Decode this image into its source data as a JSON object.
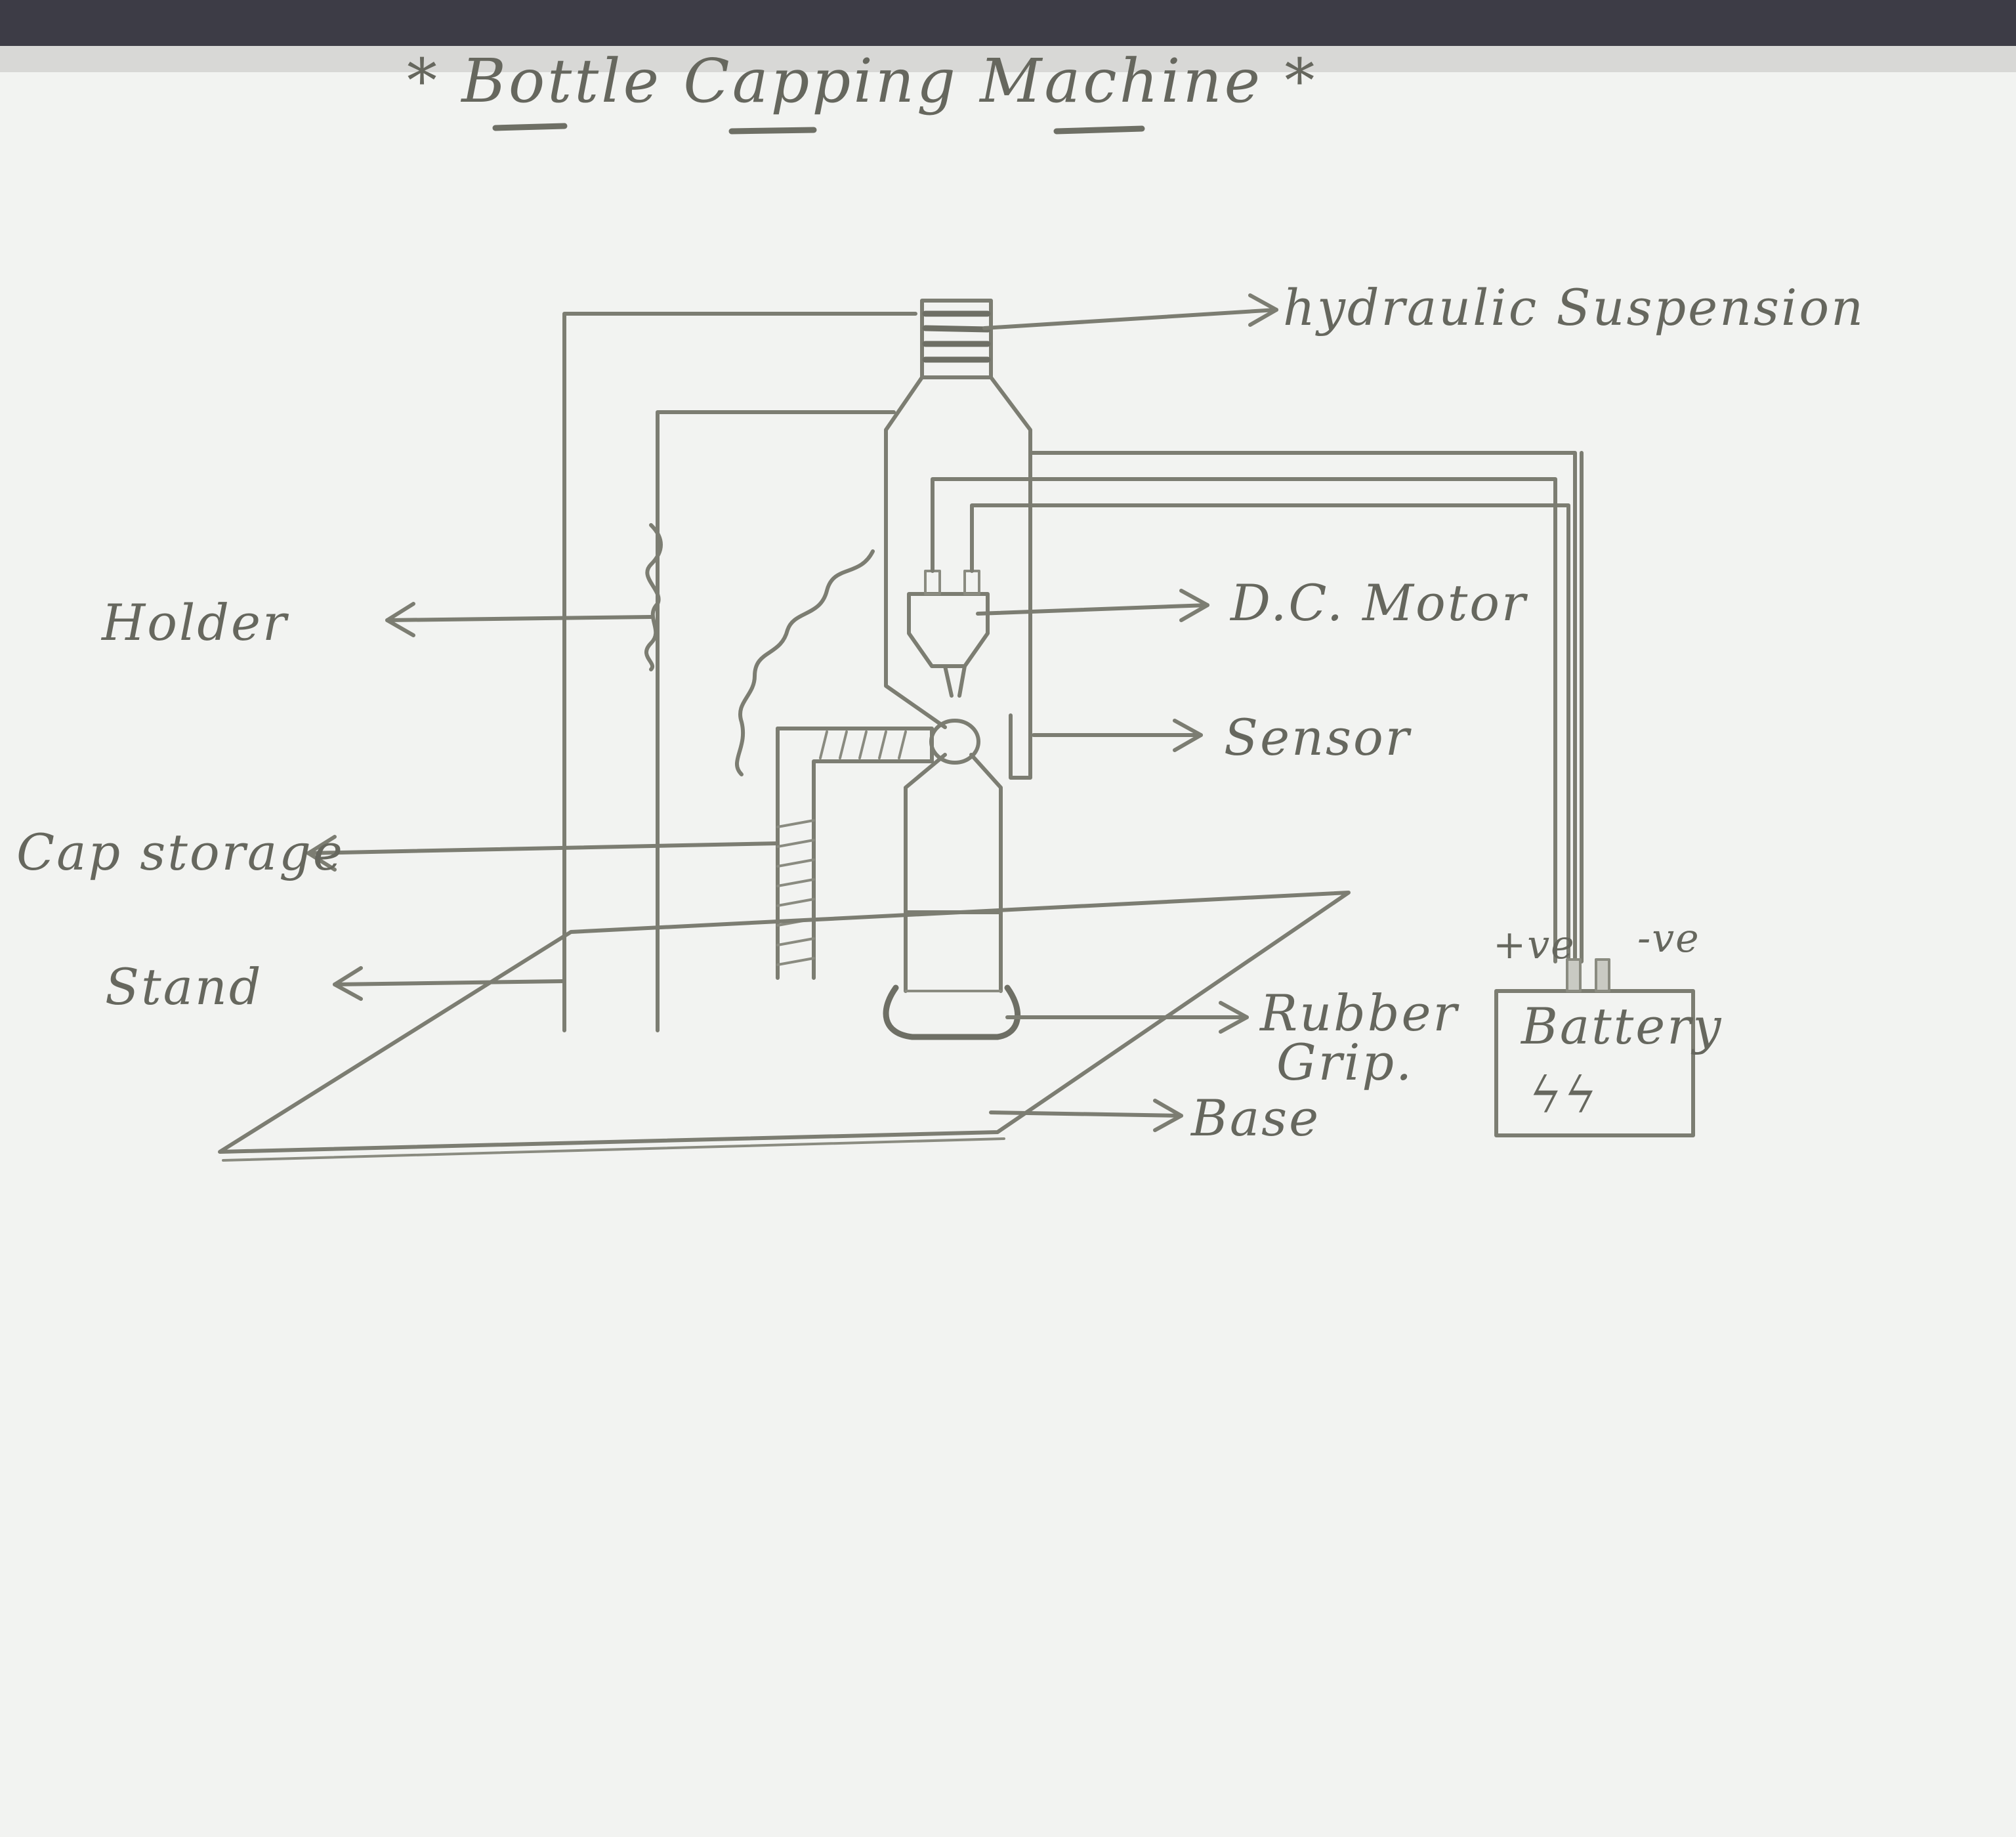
{
  "title": "* Bottle Capping Machine *",
  "labels": {
    "hydraulic_suspension": "hydraulic Suspension",
    "dc_motor": "D.C. Motor",
    "holder": "Holder",
    "sensor": "Sensor",
    "cap_storage": "Cap storage",
    "stand": "Stand",
    "rubber_grip_line1": "Rubber",
    "rubber_grip_line2": "Grip.",
    "base": "Base",
    "battery": "Battery",
    "battery_symbol": "ϟϟ",
    "positive_terminal": "+ve",
    "negative_terminal": "-ve"
  },
  "colors": {
    "paper": "#f2f3f1",
    "pencil": "#7c7d72",
    "ink_text": "#66675e"
  }
}
